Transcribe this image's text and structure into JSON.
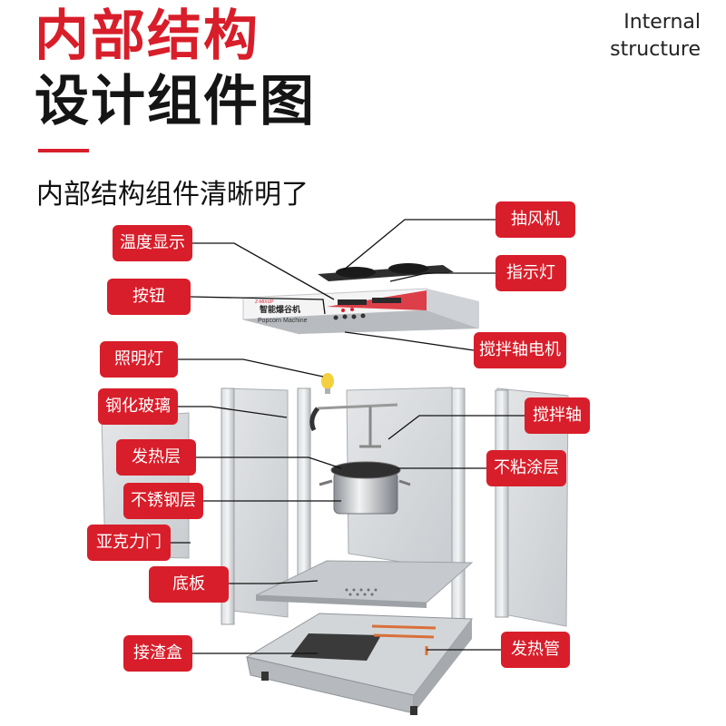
{
  "header": {
    "title_red": "内部结构",
    "title_black": "设计组件图",
    "english_line1": "Internal",
    "english_line2": "structure",
    "subtitle": "内部结构组件清晰明了"
  },
  "machine_panel": {
    "brand_small": "Z-MIXUP",
    "name_cn": "智能爆谷机",
    "name_en": "Popcorn Machine"
  },
  "labels_left": [
    "温度显示",
    "按钮",
    "照明灯",
    "钢化玻璃",
    "发热层",
    "不锈钢层",
    "亚克力门",
    "底板",
    "接渣盒"
  ],
  "labels_right": [
    "抽风机",
    "指示灯",
    "搅拌轴电机",
    "搅拌轴",
    "不粘涂层",
    "发热管"
  ],
  "colors": {
    "accent": "#d81e2a",
    "text": "#151515"
  }
}
